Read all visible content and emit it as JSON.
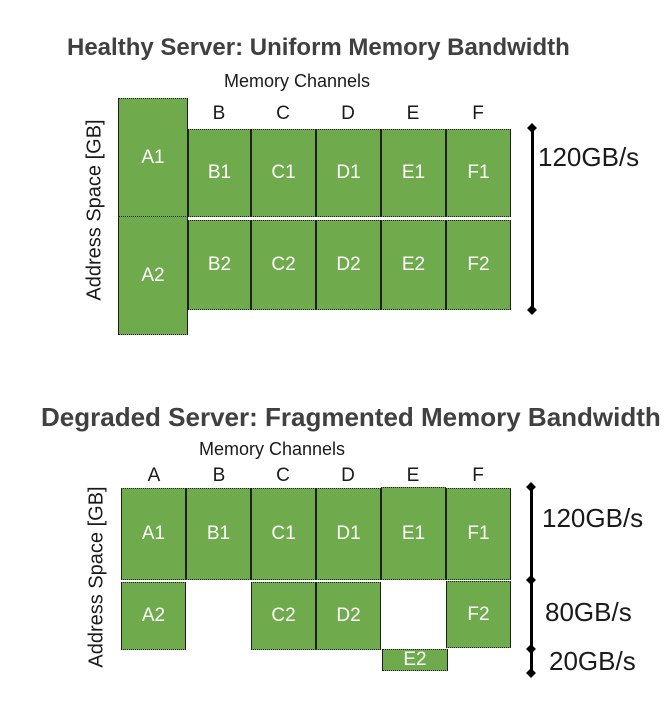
{
  "colors": {
    "block_fill": "#6FAB4C",
    "block_border": "#1F1F1F",
    "title_text": "#404040",
    "body_text": "#1A1A1A",
    "block_label_text": "#FFFFFF",
    "arrow": "#000000"
  },
  "healthy": {
    "title": "Healthy Server: Uniform Memory Bandwidth",
    "x_axis_title": "Memory Channels",
    "y_axis_title": "Address Space [GB]",
    "column_headers": [
      "B",
      "C",
      "D",
      "E",
      "F"
    ],
    "blocks": {
      "a1": "A1",
      "a2": "A2",
      "b1": "B1",
      "b2": "B2",
      "c1": "C1",
      "c2": "C2",
      "d1": "D1",
      "d2": "D2",
      "e1": "E1",
      "e2": "E2",
      "f1": "F1",
      "f2": "F2"
    },
    "bandwidth_labels": [
      "120GB/s"
    ]
  },
  "degraded": {
    "title": "Degraded Server: Fragmented Memory Bandwidth",
    "x_axis_title": "Memory Channels",
    "y_axis_title": "Address Space [GB]",
    "column_headers": [
      "A",
      "B",
      "C",
      "D",
      "E",
      "F"
    ],
    "blocks": {
      "a1": "A1",
      "b1": "B1",
      "c1": "C1",
      "d1": "D1",
      "e1": "E1",
      "f1": "F1",
      "a2": "A2",
      "c2": "C2",
      "d2": "D2",
      "f2": "F2",
      "e2": "E2"
    },
    "bandwidth_labels": [
      "120GB/s",
      "80GB/s",
      "20GB/s"
    ]
  }
}
